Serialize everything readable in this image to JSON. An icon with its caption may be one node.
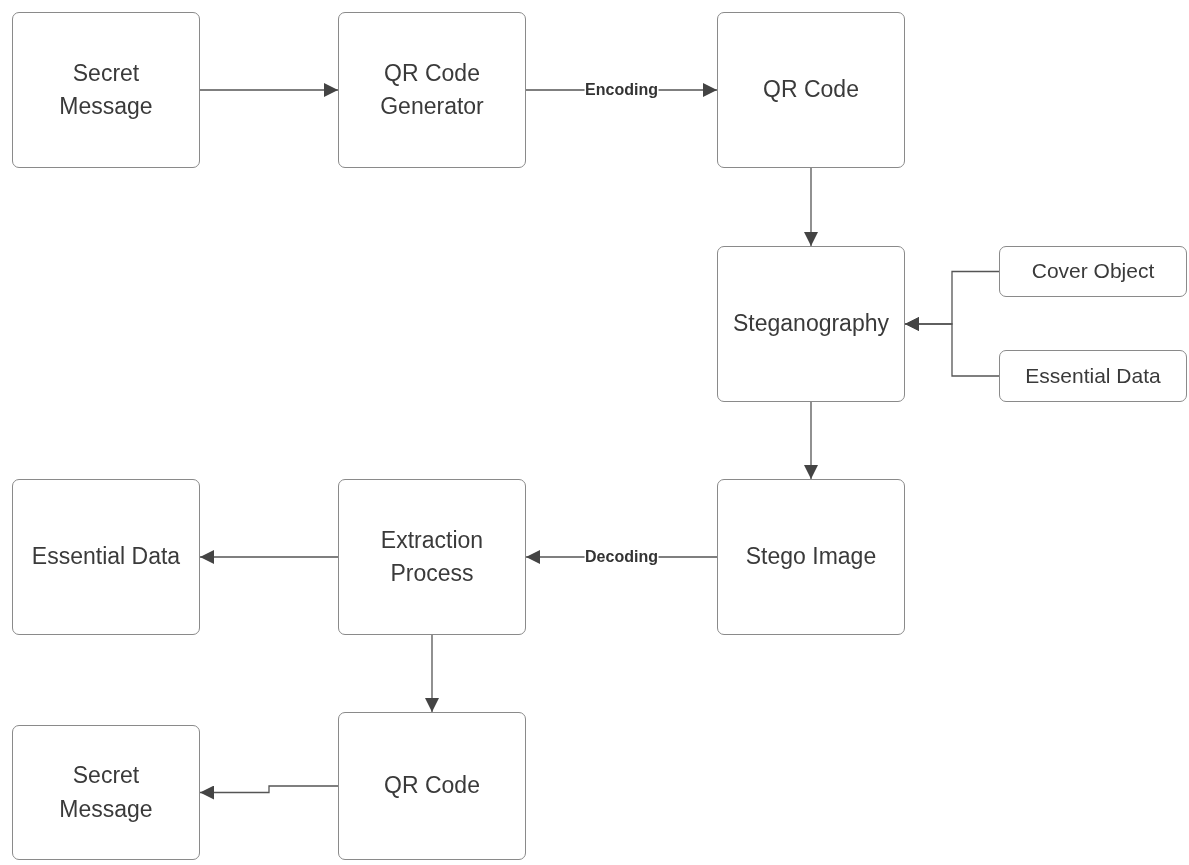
{
  "diagram": {
    "nodes": [
      {
        "text": [
          "Secret Message"
        ]
      },
      {
        "text": [
          "QR Code Generator"
        ]
      },
      {
        "text": [
          "QR Code"
        ]
      },
      {
        "text": [
          "Steganography"
        ]
      },
      {
        "text": [
          "Cover Object"
        ]
      },
      {
        "text": [
          "Essential Data"
        ]
      },
      {
        "text": [
          "Stego Image"
        ]
      },
      {
        "text": [
          "Extraction Process"
        ]
      },
      {
        "text": [
          "Essential Data"
        ]
      },
      {
        "text": [
          "QR Code"
        ]
      },
      {
        "text": [
          "Secret Message"
        ]
      }
    ],
    "edges": [
      {
        "from": 0,
        "to": 1,
        "arrow": "to"
      },
      {
        "from": 1,
        "to": 2,
        "label": "Encoding",
        "arrow": "to"
      },
      {
        "from": 2,
        "to": 3,
        "arrow": "to"
      },
      {
        "from": 4,
        "to": 3,
        "arrow": "to"
      },
      {
        "from": 5,
        "to": 3,
        "arrow": "to"
      },
      {
        "from": 3,
        "to": 6,
        "arrow": "to"
      },
      {
        "from": 6,
        "to": 7,
        "label": "Decoding",
        "arrow": "to"
      },
      {
        "from": 7,
        "to": 8,
        "arrow": "to"
      },
      {
        "from": 7,
        "to": 9,
        "arrow": "to"
      },
      {
        "from": 9,
        "to": 10,
        "arrow": "to"
      }
    ]
  }
}
